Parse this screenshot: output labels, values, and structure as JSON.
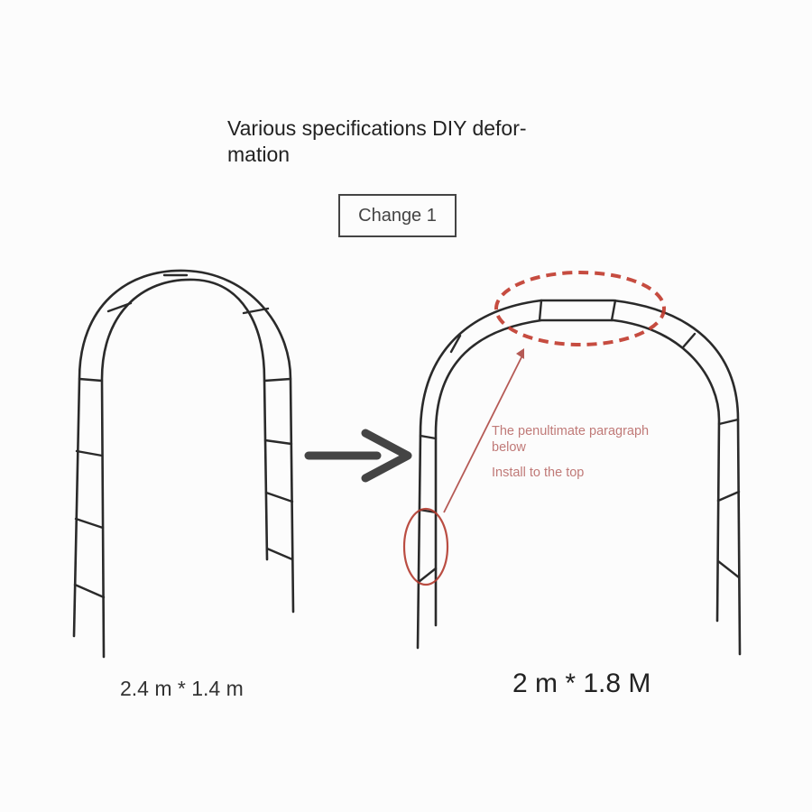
{
  "title": {
    "line1": "Various specifications DIY defor-",
    "line2": "mation"
  },
  "change_label": "Change 1",
  "annotation": {
    "line1": "The penultimate paragraph",
    "line2": "below",
    "line3": "Install to the top"
  },
  "left_arch": {
    "dimension": "2.4 m * 1.4 m"
  },
  "right_arch": {
    "dimension": "2 m * 1.8 M"
  },
  "colors": {
    "frame": "#2a2a2a",
    "highlight": "#c0392b",
    "arrow": "#444444",
    "annotation_text": "#c07a78"
  }
}
